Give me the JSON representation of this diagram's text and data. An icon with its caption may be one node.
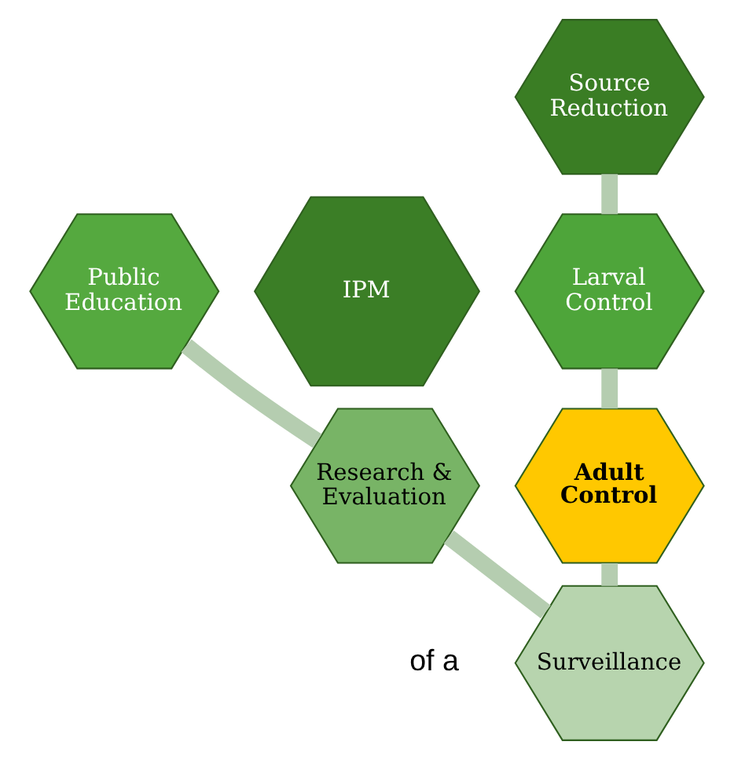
{
  "diagram": {
    "nodes": [
      {
        "text": [
          "Source Reduction"
        ]
      },
      {
        "text": [
          "Larval Control"
        ]
      },
      {
        "text": [
          "Adult Control"
        ]
      },
      {
        "text": [
          "Surveillance"
        ]
      },
      {
        "text": [
          "Research & Evaluation"
        ]
      },
      {
        "text": [
          "Public Education"
        ]
      },
      {
        "text": [
          "IPM"
        ]
      }
    ],
    "edges": [
      {
        "from": 0,
        "to": 1,
        "arrow": "none"
      },
      {
        "from": 1,
        "to": 2,
        "arrow": "none"
      },
      {
        "from": 2,
        "to": 3,
        "arrow": "none"
      },
      {
        "from": 3,
        "to": 4,
        "arrow": "none"
      },
      {
        "from": 4,
        "to": 5,
        "arrow": "none"
      }
    ],
    "labels": [
      "of a"
    ]
  }
}
